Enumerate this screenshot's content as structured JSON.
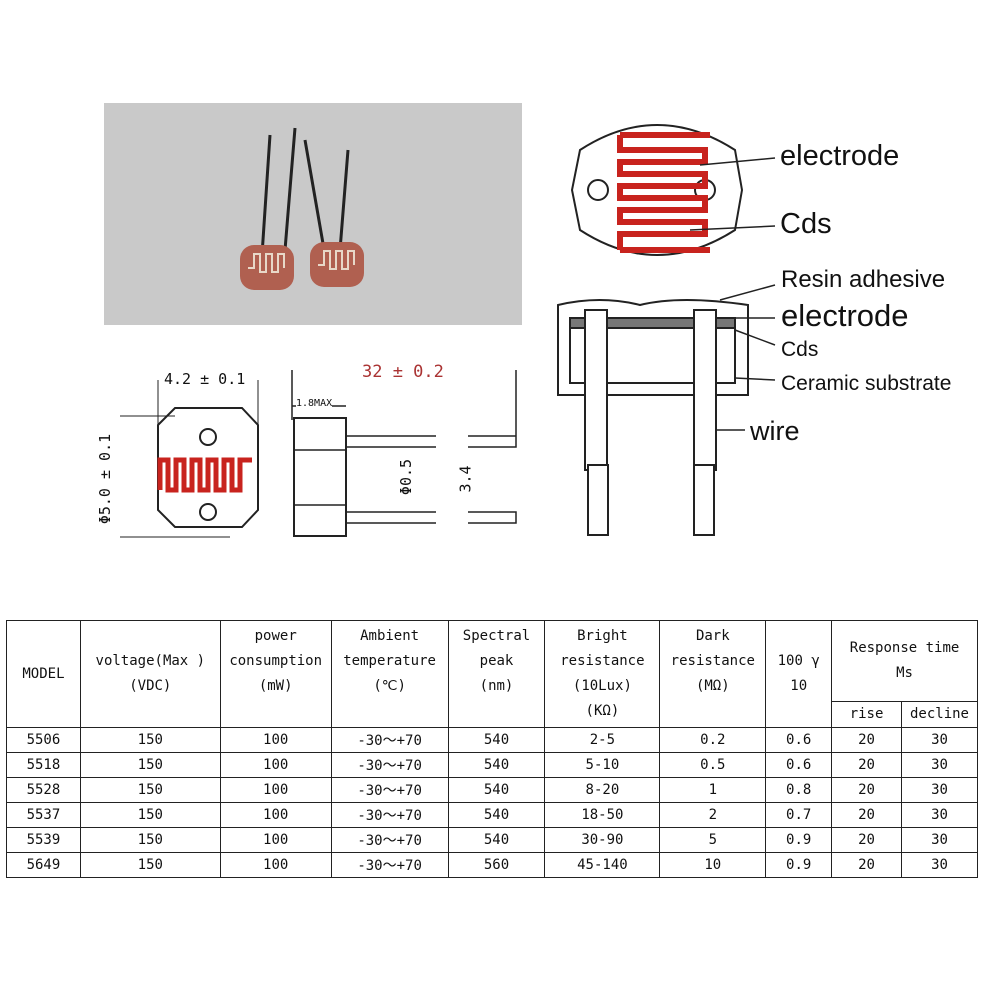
{
  "labels": {
    "electrode": "electrode",
    "cds": "Cds",
    "resin": "Resin adhesive",
    "electrode2": "electrode",
    "cds2": "Cds",
    "ceramic": "Ceramic substrate",
    "wire": "wire"
  },
  "dimensions": {
    "width": "4.2 ± 0.1",
    "diameter": "Φ5.0 ± 0.1",
    "length": "32 ± 0.2",
    "thickness": "1.8MAX",
    "lead": "Φ0.5",
    "pitch": "3.4"
  },
  "table": {
    "headers": {
      "model": "MODEL",
      "voltage": [
        "voltage(Max )",
        "(VDC)"
      ],
      "power": [
        "power",
        "consumption",
        "(mW)"
      ],
      "ambient": [
        "Ambient",
        "temperature",
        "(℃)"
      ],
      "spectral": [
        "Spectral",
        "peak",
        "(nm)"
      ],
      "bright": [
        "Bright",
        "resistance",
        "(10Lux)",
        "(KΩ)"
      ],
      "dark": [
        "Dark",
        "resistance",
        "(MΩ)"
      ],
      "gamma": [
        "100 γ",
        "10"
      ],
      "response": [
        "Response time",
        "Ms"
      ],
      "rise": "rise",
      "decline": "decline"
    },
    "rows": [
      [
        "5506",
        "150",
        "100",
        "-30～+70",
        "540",
        "2-5",
        "0.2",
        "0.6",
        "20",
        "30"
      ],
      [
        "5518",
        "150",
        "100",
        "-30～+70",
        "540",
        "5-10",
        "0.5",
        "0.6",
        "20",
        "30"
      ],
      [
        "5528",
        "150",
        "100",
        "-30～+70",
        "540",
        "8-20",
        "1",
        "0.8",
        "20",
        "30"
      ],
      [
        "5537",
        "150",
        "100",
        "-30～+70",
        "540",
        "18-50",
        "2",
        "0.7",
        "20",
        "30"
      ],
      [
        "5539",
        "150",
        "100",
        "-30～+70",
        "540",
        "30-90",
        "5",
        "0.9",
        "20",
        "30"
      ],
      [
        "5649",
        "150",
        "100",
        "-30～+70",
        "560",
        "45-140",
        "10",
        "0.9",
        "20",
        "30"
      ]
    ]
  },
  "colors": {
    "trace": "#c8231e",
    "photo_bg": "#c9c9c9"
  }
}
